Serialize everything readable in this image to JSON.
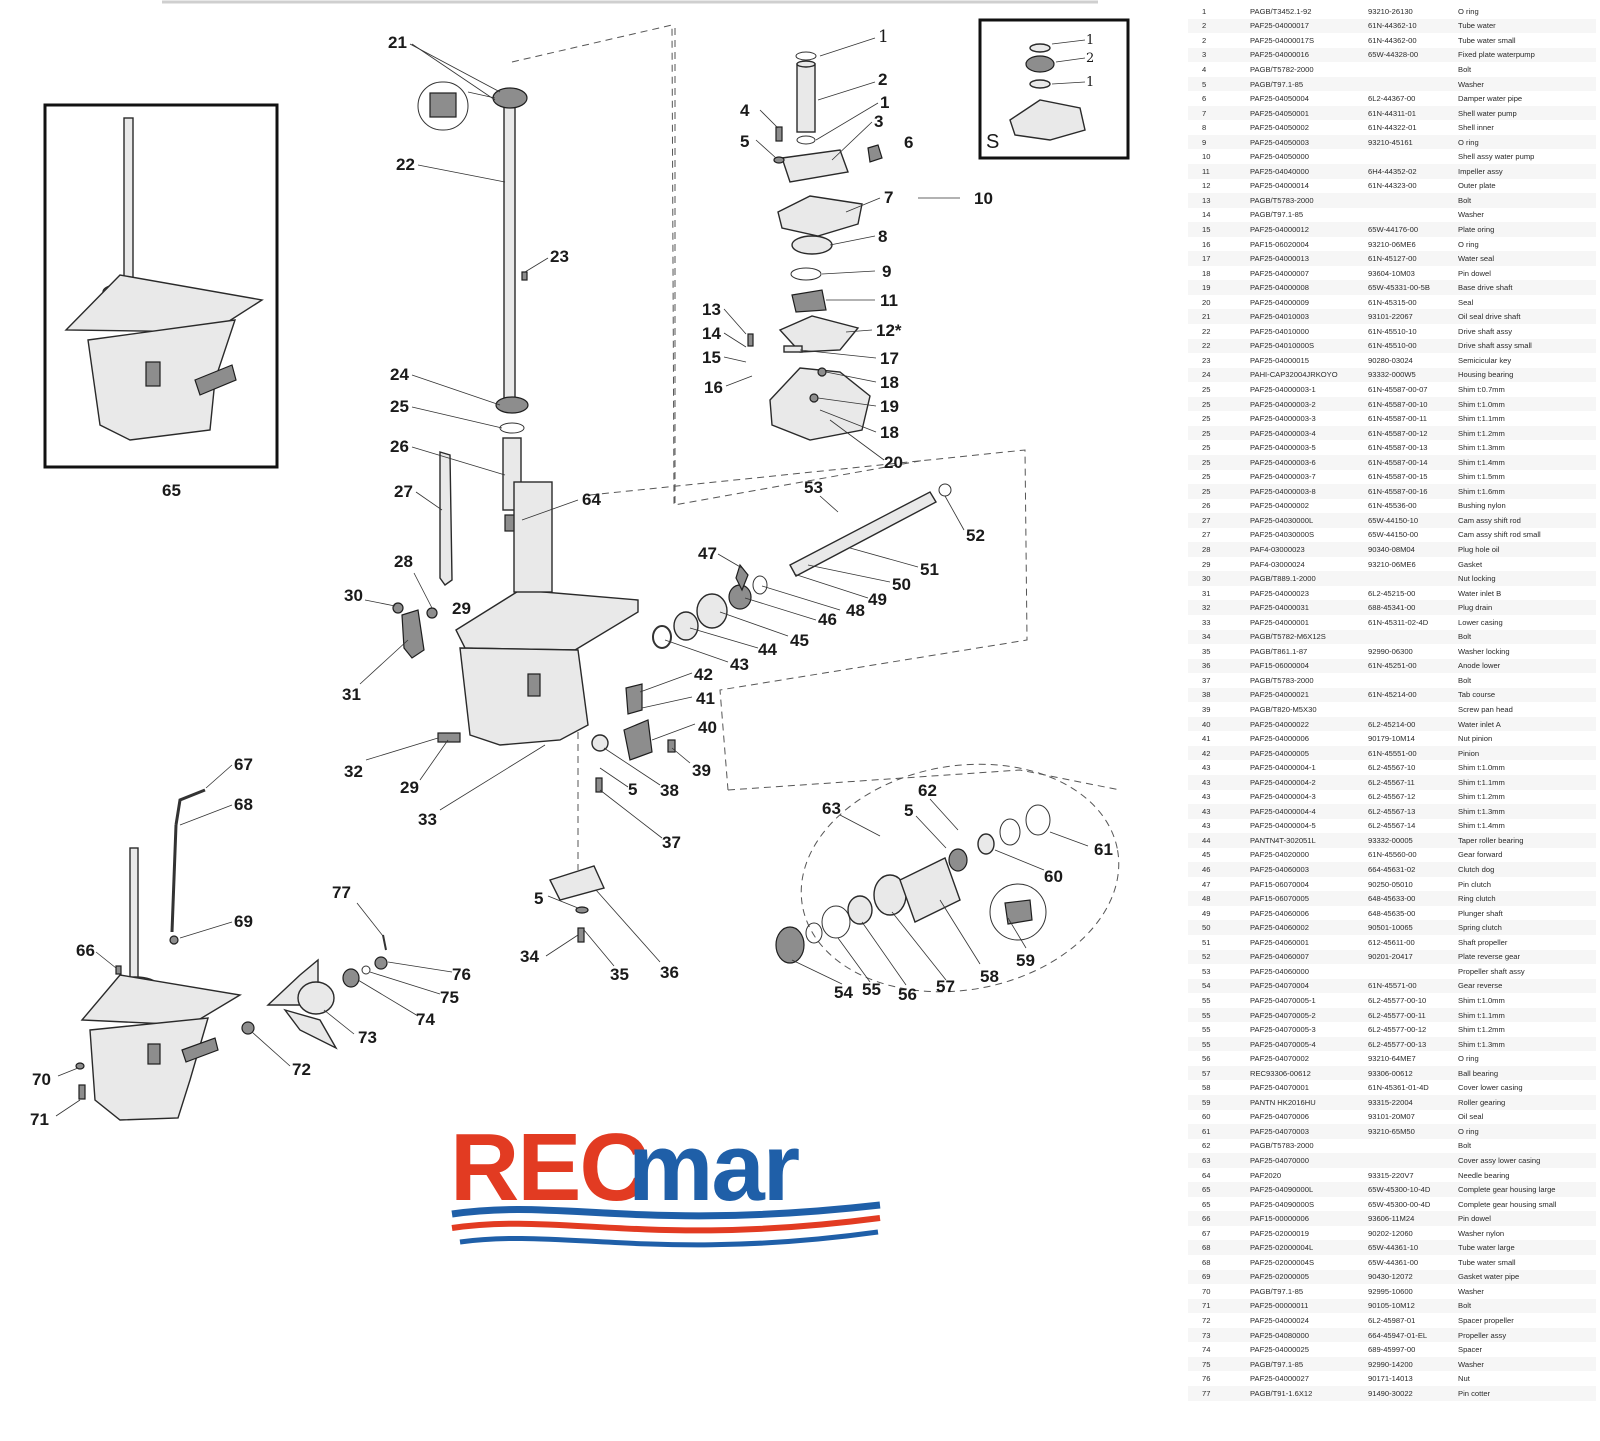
{
  "callouts": {
    "c1": "1",
    "c2": "2",
    "c3": "3",
    "c4": "4",
    "c5": "5",
    "c6": "6",
    "c7": "7",
    "c8": "8",
    "c9": "9",
    "c10": "10",
    "c11": "11",
    "c12": "12*",
    "c13": "13",
    "c14": "14",
    "c15": "15",
    "c16": "16",
    "c17": "17",
    "c18": "18",
    "c19": "19",
    "c20": "20",
    "c21": "21",
    "c22": "22",
    "c23": "23",
    "c24": "24",
    "c25": "25",
    "c26": "26",
    "c27": "27",
    "c28": "28",
    "c29": "29",
    "c30": "30",
    "c31": "31",
    "c32": "32",
    "c33": "33",
    "c34": "34",
    "c35": "35",
    "c36": "36",
    "c37": "37",
    "c38": "38",
    "c39": "39",
    "c40": "40",
    "c41": "41",
    "c42": "42",
    "c43": "43",
    "c44": "44",
    "c45": "45",
    "c46": "46",
    "c47": "47",
    "c48": "48",
    "c49": "49",
    "c50": "50",
    "c51": "51",
    "c52": "52",
    "c53": "53",
    "c54": "54",
    "c55": "55",
    "c56": "56",
    "c57": "57",
    "c58": "58",
    "c59": "59",
    "c60": "60",
    "c61": "61",
    "c62": "62",
    "c63": "63",
    "c64": "64",
    "c65": "65",
    "c66": "66",
    "c67": "67",
    "c68": "68",
    "c69": "69",
    "c70": "70",
    "c71": "71",
    "c72": "72",
    "c73": "73",
    "c74": "74",
    "c75": "75",
    "c76": "76",
    "c77": "77",
    "inset_s": "S"
  },
  "logo": {
    "part1": "REC",
    "part2": "mar",
    "color_red": "#e23b22",
    "color_blue": "#1f5fa8"
  },
  "parts": [
    [
      "1",
      "PAGB/T3452.1-92",
      "93210-26130",
      "O ring"
    ],
    [
      "2",
      "PAF25-04000017",
      "61N-44362-10",
      "Tube water"
    ],
    [
      "2",
      "PAF25-04000017S",
      "61N-44362-00",
      "Tube water small"
    ],
    [
      "3",
      "PAF25-04000016",
      "65W-44328-00",
      "Fixed plate waterpump"
    ],
    [
      "4",
      "PAGB/T5782-2000",
      "",
      "Bolt"
    ],
    [
      "5",
      "PAGB/T97.1-85",
      "",
      "Washer"
    ],
    [
      "6",
      "PAF25-04050004",
      "6L2-44367-00",
      "Damper water pipe"
    ],
    [
      "7",
      "PAF25-04050001",
      "61N-44311-01",
      "Shell water pump"
    ],
    [
      "8",
      "PAF25-04050002",
      "61N-44322-01",
      "Shell inner"
    ],
    [
      "9",
      "PAF25-04050003",
      "93210-45161",
      "O ring"
    ],
    [
      "10",
      "PAF25-04050000",
      "",
      "Shell assy water pump"
    ],
    [
      "11",
      "PAF25-04040000",
      "6H4-44352-02",
      "Impeller assy"
    ],
    [
      "12",
      "PAF25-04000014",
      "61N-44323-00",
      "Outer plate"
    ],
    [
      "13",
      "PAGB/T5783-2000",
      "",
      "Bolt"
    ],
    [
      "14",
      "PAGB/T97.1-85",
      "",
      "Washer"
    ],
    [
      "15",
      "PAF25-04000012",
      "65W-44176-00",
      "Plate oring"
    ],
    [
      "16",
      "PAF15-06020004",
      "93210-06ME6",
      "O ring"
    ],
    [
      "17",
      "PAF25-04000013",
      "61N-45127-00",
      "Water seal"
    ],
    [
      "18",
      "PAF25-04000007",
      "93604-10M03",
      "Pin dowel"
    ],
    [
      "19",
      "PAF25-04000008",
      "65W-45331-00-5B",
      "Base drive shaft"
    ],
    [
      "20",
      "PAF25-04000009",
      "61N-45315-00",
      "Seal"
    ],
    [
      "21",
      "PAF25-04010003",
      "93101-22067",
      "Oil seal drive shaft"
    ],
    [
      "22",
      "PAF25-04010000",
      "61N-45510-10",
      "Drive shaft assy"
    ],
    [
      "22",
      "PAF25-04010000S",
      "61N-45510-00",
      "Drive shaft assy small"
    ],
    [
      "23",
      "PAF25-04000015",
      "90280-03024",
      "Semicicular key"
    ],
    [
      "24",
      "PAHI-CAP32004JRKOYO",
      "93332-000W5",
      "Housing bearing"
    ],
    [
      "25",
      "PAF25-04000003-1",
      "61N-45587-00-07",
      "Shim t:0.7mm"
    ],
    [
      "25",
      "PAF25-04000003-2",
      "61N-45587-00-10",
      "Shim t:1.0mm"
    ],
    [
      "25",
      "PAF25-04000003-3",
      "61N-45587-00-11",
      "Shim t:1.1mm"
    ],
    [
      "25",
      "PAF25-04000003-4",
      "61N-45587-00-12",
      "Shim t:1.2mm"
    ],
    [
      "25",
      "PAF25-04000003-5",
      "61N-45587-00-13",
      "Shim t:1.3mm"
    ],
    [
      "25",
      "PAF25-04000003-6",
      "61N-45587-00-14",
      "Shim t:1.4mm"
    ],
    [
      "25",
      "PAF25-04000003-7",
      "61N-45587-00-15",
      "Shim t:1.5mm"
    ],
    [
      "25",
      "PAF25-04000003-8",
      "61N-45587-00-16",
      "Shim t:1.6mm"
    ],
    [
      "26",
      "PAF25-04000002",
      "61N-45536-00",
      "Bushing nylon"
    ],
    [
      "27",
      "PAF25-04030000L",
      "65W-44150-10",
      "Cam assy shift rod"
    ],
    [
      "27",
      "PAF25-04030000S",
      "65W-44150-00",
      "Cam assy shift rod small"
    ],
    [
      "28",
      "PAF4-03000023",
      "90340-08M04",
      "Plug hole oil"
    ],
    [
      "29",
      "PAF4-03000024",
      "93210-06ME6",
      "Gasket"
    ],
    [
      "30",
      "PAGB/T889.1-2000",
      "",
      "Nut locking"
    ],
    [
      "31",
      "PAF25-04000023",
      "6L2-45215-00",
      "Water inlet B"
    ],
    [
      "32",
      "PAF25-04000031",
      "688-45341-00",
      "Plug drain"
    ],
    [
      "33",
      "PAF25-04000001",
      "61N-45311-02-4D",
      "Lower casing"
    ],
    [
      "34",
      "PAGB/T5782-M6X12S",
      "",
      "Bolt"
    ],
    [
      "35",
      "PAGB/T861.1-87",
      "92990-06300",
      "Washer locking"
    ],
    [
      "36",
      "PAF15-06000004",
      "61N-45251-00",
      "Anode lower"
    ],
    [
      "37",
      "PAGB/T5783-2000",
      "",
      "Bolt"
    ],
    [
      "38",
      "PAF25-04000021",
      "61N-45214-00",
      "Tab course"
    ],
    [
      "39",
      "PAGB/T820-M5X30",
      "",
      "Screw pan head"
    ],
    [
      "40",
      "PAF25-04000022",
      "6L2-45214-00",
      "Water inlet A"
    ],
    [
      "41",
      "PAF25-04000006",
      "90179-10M14",
      "Nut pinion"
    ],
    [
      "42",
      "PAF25-04000005",
      "61N-45551-00",
      "Pinion"
    ],
    [
      "43",
      "PAF25-04000004-1",
      "6L2-45567-10",
      "Shim t:1.0mm"
    ],
    [
      "43",
      "PAF25-04000004-2",
      "6L2-45567-11",
      "Shim t:1.1mm"
    ],
    [
      "43",
      "PAF25-04000004-3",
      "6L2-45567-12",
      "Shim t:1.2mm"
    ],
    [
      "43",
      "PAF25-04000004-4",
      "6L2-45567-13",
      "Shim t:1.3mm"
    ],
    [
      "43",
      "PAF25-04000004-5",
      "6L2-45567-14",
      "Shim t:1.4mm"
    ],
    [
      "44",
      "PANTN4T-302051L",
      "93332-00005",
      "Taper roller bearing"
    ],
    [
      "45",
      "PAF25-04020000",
      "61N-45560-00",
      "Gear forward"
    ],
    [
      "46",
      "PAF25-04060003",
      "664-45631-02",
      "Clutch dog"
    ],
    [
      "47",
      "PAF15-06070004",
      "90250-05010",
      "Pin clutch"
    ],
    [
      "48",
      "PAF15-06070005",
      "648-45633-00",
      "Ring clutch"
    ],
    [
      "49",
      "PAF25-04060006",
      "648-45635-00",
      "Plunger shaft"
    ],
    [
      "50",
      "PAF25-04060002",
      "90501-10065",
      "Spring clutch"
    ],
    [
      "51",
      "PAF25-04060001",
      "612-45611-00",
      "Shaft propeller"
    ],
    [
      "52",
      "PAF25-04060007",
      "90201-20417",
      "Plate reverse gear"
    ],
    [
      "53",
      "PAF25-04060000",
      "",
      "Propeller shaft assy"
    ],
    [
      "54",
      "PAF25-04070004",
      "61N-45571-00",
      "Gear reverse"
    ],
    [
      "55",
      "PAF25-04070005-1",
      "6L2-45577-00-10",
      "Shim t:1.0mm"
    ],
    [
      "55",
      "PAF25-04070005-2",
      "6L2-45577-00-11",
      "Shim t:1.1mm"
    ],
    [
      "55",
      "PAF25-04070005-3",
      "6L2-45577-00-12",
      "Shim t:1.2mm"
    ],
    [
      "55",
      "PAF25-04070005-4",
      "6L2-45577-00-13",
      "Shim t:1.3mm"
    ],
    [
      "56",
      "PAF25-04070002",
      "93210-64ME7",
      "O ring"
    ],
    [
      "57",
      "REC93306-00612",
      "93306-00612",
      "Ball bearing"
    ],
    [
      "58",
      "PAF25-04070001",
      "61N-45361-01-4D",
      "Cover lower casing"
    ],
    [
      "59",
      "PANTN HK2016HU",
      "93315-22004",
      "Roller gearing"
    ],
    [
      "60",
      "PAF25-04070006",
      "93101-20M07",
      "Oil seal"
    ],
    [
      "61",
      "PAF25-04070003",
      "93210-65M50",
      "O ring"
    ],
    [
      "62",
      "PAGB/T5783-2000",
      "",
      "Bolt"
    ],
    [
      "63",
      "PAF25-04070000",
      "",
      "Cover assy lower casing"
    ],
    [
      "64",
      "PAF2020",
      "93315-220V7",
      "Needle bearing"
    ],
    [
      "65",
      "PAF25-04090000L",
      "65W-45300-10-4D",
      "Complete gear housing large"
    ],
    [
      "65",
      "PAF25-04090000S",
      "65W-45300-00-4D",
      "Complete gear housing small"
    ],
    [
      "66",
      "PAF15-00000006",
      "93606-11M24",
      "Pin dowel"
    ],
    [
      "67",
      "PAF25-02000019",
      "90202-12060",
      "Washer nylon"
    ],
    [
      "68",
      "PAF25-02000004L",
      "65W-44361-10",
      "Tube water large"
    ],
    [
      "68",
      "PAF25-02000004S",
      "65W-44361-00",
      "Tube water small"
    ],
    [
      "69",
      "PAF25-02000005",
      "90430-12072",
      "Gasket water pipe"
    ],
    [
      "70",
      "PAGB/T97.1-85",
      "92995-10600",
      "Washer"
    ],
    [
      "71",
      "PAF25-00000011",
      "90105-10M12",
      "Bolt"
    ],
    [
      "72",
      "PAF25-04000024",
      "6L2-45987-01",
      "Spacer propeller"
    ],
    [
      "73",
      "PAF25-04080000",
      "664-45947-01-EL",
      "Propeller assy"
    ],
    [
      "74",
      "PAF25-04000025",
      "689-45997-00",
      "Spacer"
    ],
    [
      "75",
      "PAGB/T97.1-85",
      "92990-14200",
      "Washer"
    ],
    [
      "76",
      "PAF25-04000027",
      "90171-14013",
      "Nut"
    ],
    [
      "77",
      "PAGB/T91-1.6X12",
      "91490-30022",
      "Pin cotter"
    ]
  ]
}
